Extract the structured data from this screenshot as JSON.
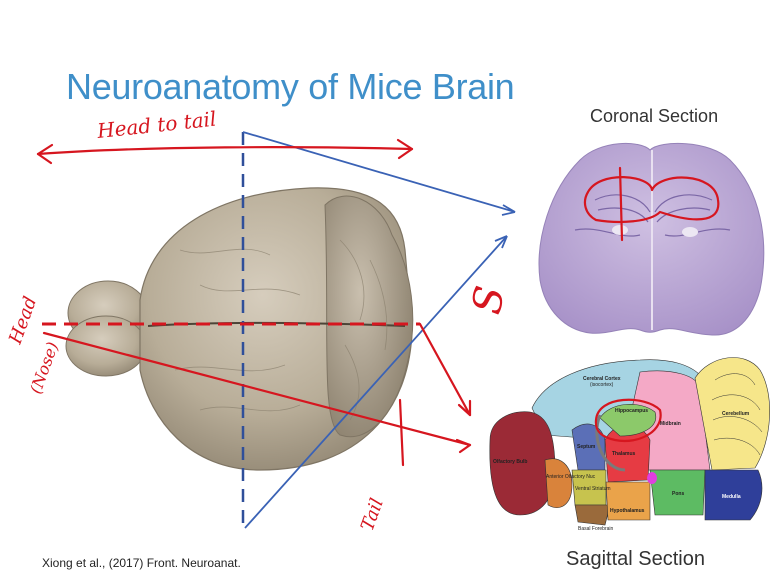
{
  "slide": {
    "title": "Neuroanatomy of Mice Brain",
    "citation": "Xiong et al., (2017) Front.  Neuroanat.",
    "coronal_title": "Coronal Section",
    "sagittal_title": "Sagittal Section"
  },
  "annotations": {
    "head_to_tail": "Head to tail",
    "head": "Head",
    "nose": "(Nose)",
    "tail": "Tail",
    "section_letter": "S"
  },
  "sagittal_labels": {
    "olfactory_bulb": "Olfactory Bulb",
    "cerebral_cortex": "Cerebral Cortex",
    "cerebral_cortex_sub": "(isocortex)",
    "hippocampus": "Hippocampus",
    "septum": "Septum",
    "thalamus": "Thalamus",
    "midbrain": "Midbrain",
    "cerebellum": "Cerebellum",
    "pons": "Pons",
    "medulla": "Medulla",
    "hypothalamus": "Hypothalamus",
    "striatum": "Ventral Striatum",
    "basal_forebrain": "Basal Forebrain",
    "anterior_olfactory": "Anterior Olfactory Nuc"
  },
  "colors": {
    "title": "#3f8fc9",
    "ink_red": "#d6161f",
    "ink_blue": "#3a62b5",
    "brain": "#b9ad98",
    "coronal_stain": "#b8a4d2"
  }
}
